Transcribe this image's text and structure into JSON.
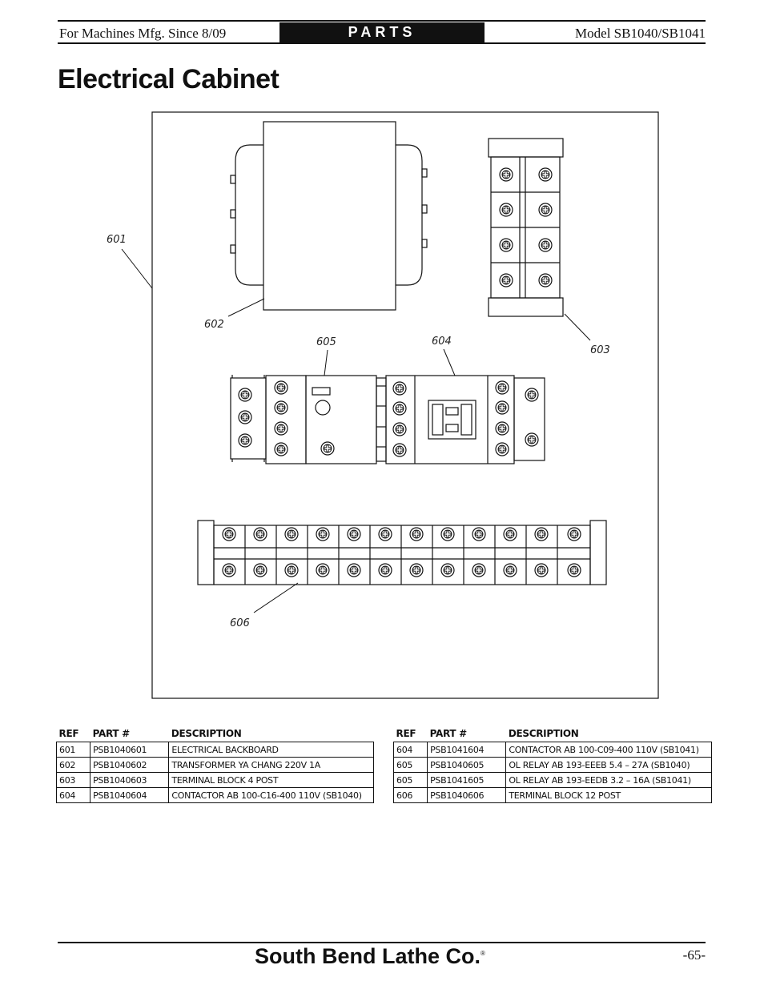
{
  "header": {
    "left": "For Machines Mfg. Since 8/09",
    "center": "PARTS",
    "right": "Model SB1040/SB1041"
  },
  "title": "Electrical Cabinet",
  "callouts": {
    "c601": "601",
    "c602": "602",
    "c603": "603",
    "c604": "604",
    "c605": "605",
    "c606": "606"
  },
  "parts_table": {
    "headers": {
      "ref": "REF",
      "part": "PART #",
      "description": "DESCRIPTION"
    },
    "left_rows": [
      {
        "ref": "601",
        "part": "PSB1040601",
        "description": "ELECTRICAL BACKBOARD"
      },
      {
        "ref": "602",
        "part": "PSB1040602",
        "description": "TRANSFORMER YA CHANG 220V 1A"
      },
      {
        "ref": "603",
        "part": "PSB1040603",
        "description": "TERMINAL BLOCK 4 POST"
      },
      {
        "ref": "604",
        "part": "PSB1040604",
        "description": "CONTACTOR AB 100-C16-400 110V (SB1040)"
      }
    ],
    "right_rows": [
      {
        "ref": "604",
        "part": "PSB1041604",
        "description": "CONTACTOR AB 100-C09-400 110V (SB1041)"
      },
      {
        "ref": "605",
        "part": "PSB1040605",
        "description": "OL RELAY AB 193-EEEB 5.4 – 27A (SB1040)"
      },
      {
        "ref": "605",
        "part": "PSB1041605",
        "description": "OL RELAY AB 193-EEDB 3.2 – 16A (SB1041)"
      },
      {
        "ref": "606",
        "part": "PSB1040606",
        "description": "TERMINAL BLOCK 12 POST"
      }
    ]
  },
  "footer": {
    "brand": "South Bend Lathe Co.",
    "registered_mark": "®",
    "page_number": "-65-"
  }
}
